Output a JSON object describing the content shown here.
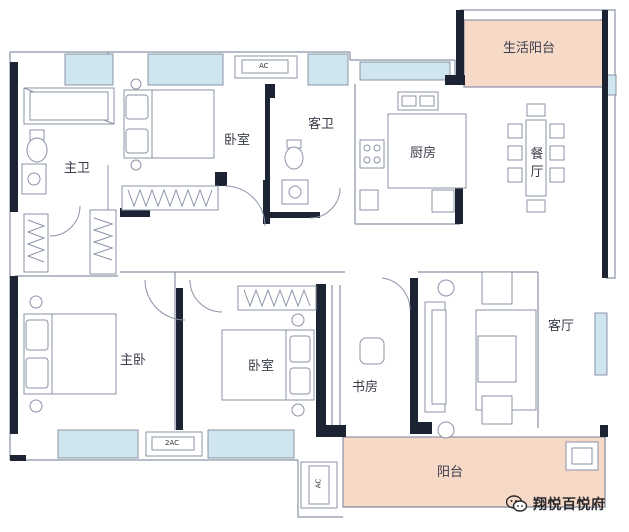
{
  "floorplan": {
    "rooms": {
      "living_balcony": "生活阳台",
      "bedroom_top": "卧室",
      "guest_bath": "客卫",
      "kitchen": "厨房",
      "dining": "餐厅",
      "master_bath": "主卫",
      "master_bedroom": "主卧",
      "bedroom_middle": "卧室",
      "study": "书房",
      "living_room": "客厅",
      "balcony": "阳台"
    },
    "ac_units": {
      "top": "AC",
      "bottom_left": "2AC",
      "bottom_right": "AC"
    },
    "colors": {
      "wall": "#1c2433",
      "line": "#8a93a6",
      "window": "#cfe6ef",
      "balcony": "#f7d9c8"
    }
  },
  "watermark": {
    "text": "翔悦百悦府",
    "icon": "wechat-icon"
  }
}
